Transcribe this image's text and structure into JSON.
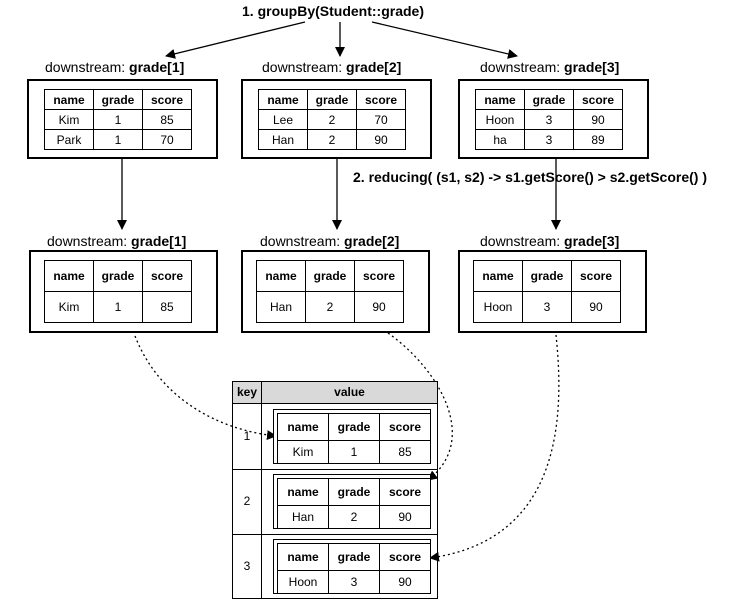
{
  "step1": "1. groupBy(Student::grade)",
  "step2": "2. reducing( (s1, s2) -> s1.getScore() > s2.getScore() )",
  "downstream_prefix": "downstream: ",
  "columns": [
    "name",
    "grade",
    "score"
  ],
  "groups": [
    {
      "label": "grade[1]",
      "rows": [
        [
          "Kim",
          "1",
          "85"
        ],
        [
          "Park",
          "1",
          "70"
        ]
      ]
    },
    {
      "label": "grade[2]",
      "rows": [
        [
          "Lee",
          "2",
          "70"
        ],
        [
          "Han",
          "2",
          "90"
        ]
      ]
    },
    {
      "label": "grade[3]",
      "rows": [
        [
          "Hoon",
          "3",
          "90"
        ],
        [
          "ha",
          "3",
          "89"
        ]
      ]
    }
  ],
  "reduced": [
    {
      "label": "grade[1]",
      "row": [
        "Kim",
        "1",
        "85"
      ]
    },
    {
      "label": "grade[2]",
      "row": [
        "Han",
        "2",
        "90"
      ]
    },
    {
      "label": "grade[3]",
      "row": [
        "Hoon",
        "3",
        "90"
      ]
    }
  ],
  "result": {
    "key_header": "key",
    "value_header": "value",
    "entries": [
      {
        "key": "1",
        "row": [
          "Kim",
          "1",
          "85"
        ]
      },
      {
        "key": "2",
        "row": [
          "Han",
          "2",
          "90"
        ]
      },
      {
        "key": "3",
        "row": [
          "Hoon",
          "3",
          "90"
        ]
      }
    ]
  }
}
